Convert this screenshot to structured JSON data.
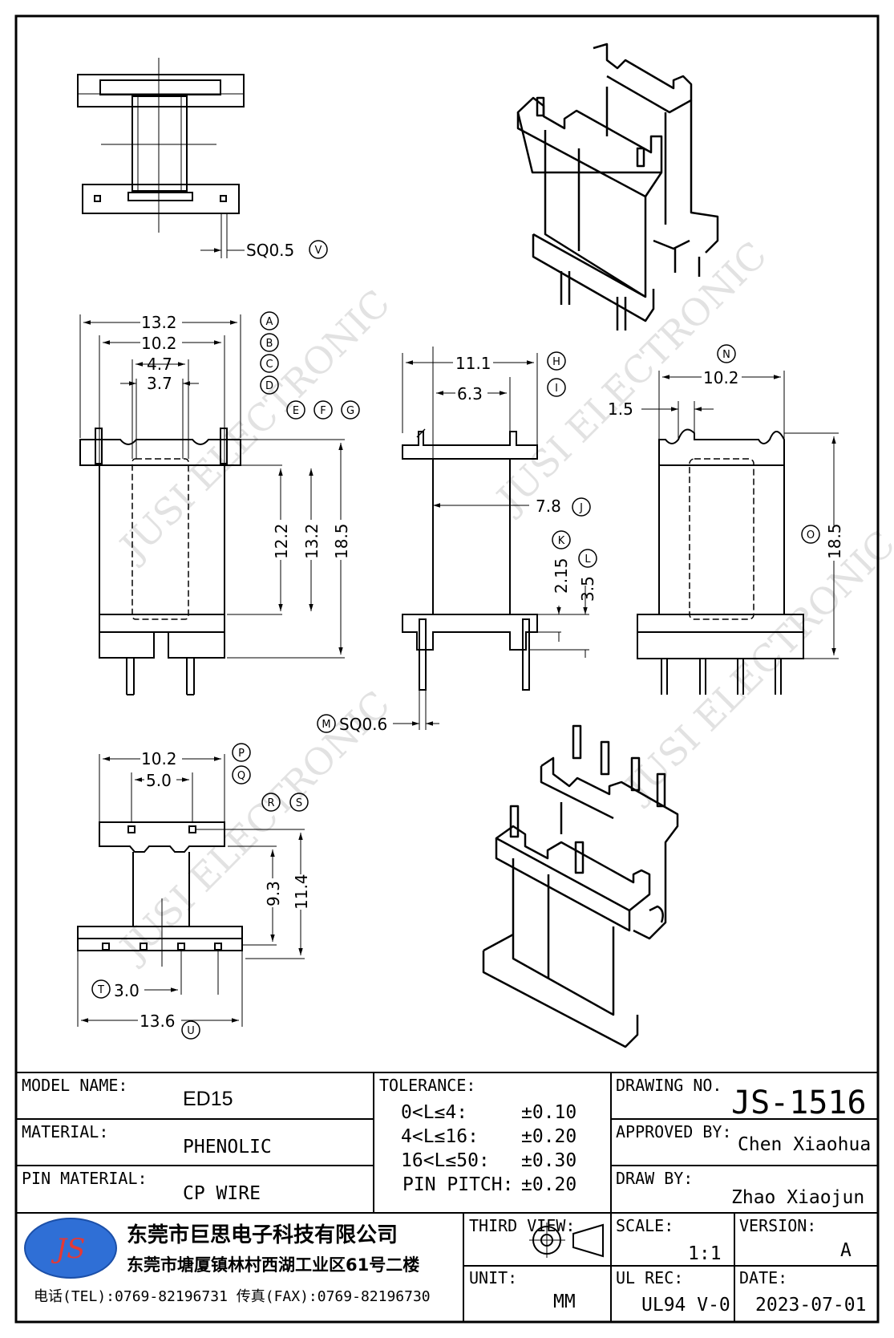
{
  "dimensions": {
    "sq_top": "SQ0.5",
    "sq_top_tag": "V",
    "front_w1": "13.2",
    "front_w2": "10.2",
    "front_w3": "4.7",
    "front_w4": "3.7",
    "front_h1": "12.2",
    "front_h2": "13.2",
    "front_h3": "18.5",
    "side_w1": "11.1",
    "side_w2": "6.3",
    "side_w3": "7.8",
    "side_h1": "2.15",
    "side_h2": "3.5",
    "sq_side": "SQ0.6",
    "sq_side_tag": "M",
    "right_w1": "10.2",
    "right_w2": "1.5",
    "right_h1": "18.5",
    "right_h1_tag": "O",
    "bottom_w1": "10.2",
    "bottom_w2": "5.0",
    "bottom_h1": "9.3",
    "bottom_h2": "11.4",
    "bottom_pitch": "3.0",
    "bottom_pitch_tag": "T",
    "bottom_w3": "13.6",
    "bottom_w3_tag": "U"
  },
  "tags": {
    "front": [
      "A",
      "B",
      "C",
      "D"
    ],
    "front_row": [
      "E",
      "F",
      "G"
    ],
    "side": [
      "H",
      "I"
    ],
    "side_j": "J",
    "side_kl": [
      "K",
      "L"
    ],
    "right_n": "N",
    "bottom_pq": [
      "P",
      "Q"
    ],
    "bottom_rs": [
      "R",
      "S"
    ]
  },
  "watermark": "JUSI ELECTRONIC",
  "title_block": {
    "model_label": "MODEL NAME:",
    "model_value": "ED15",
    "material_label": "MATERIAL:",
    "material_value": "PHENOLIC",
    "pin_material_label": "PIN MATERIAL:",
    "pin_material_value": "CP WIRE",
    "tolerance_label": "TOLERANCE:",
    "tolerances": [
      {
        "range": "0<L≤4:",
        "value": "±0.10"
      },
      {
        "range": "4<L≤16:",
        "value": "±0.20"
      },
      {
        "range": "16<L≤50:",
        "value": "±0.30"
      },
      {
        "range": "PIN PITCH:",
        "value": "±0.20"
      }
    ],
    "drawing_no_label": "DRAWING NO.",
    "drawing_no": "JS-1516",
    "approved_label": "APPROVED BY:",
    "approved_by": "Chen Xiaohua",
    "draw_label": "DRAW BY:",
    "draw_by": "Zhao Xiaojun",
    "logo_text": "JS",
    "company_name": "东莞市巨思电子科技有限公司",
    "company_address": "东莞市塘厦镇林村西湖工业区61号二楼",
    "contact": "电话(TEL):0769-82196731    传真(FAX):0769-82196730",
    "third_view_label": "THIRD VIEW:",
    "unit_label": "UNIT:",
    "unit_value": "MM",
    "scale_label": "SCALE:",
    "scale_value": "1:1",
    "version_label": "VERSION:",
    "version_value": "A",
    "ul_label": "UL REC:",
    "ul_value": "UL94 V-0",
    "date_label": "DATE:",
    "date_value": "2023-07-01"
  }
}
